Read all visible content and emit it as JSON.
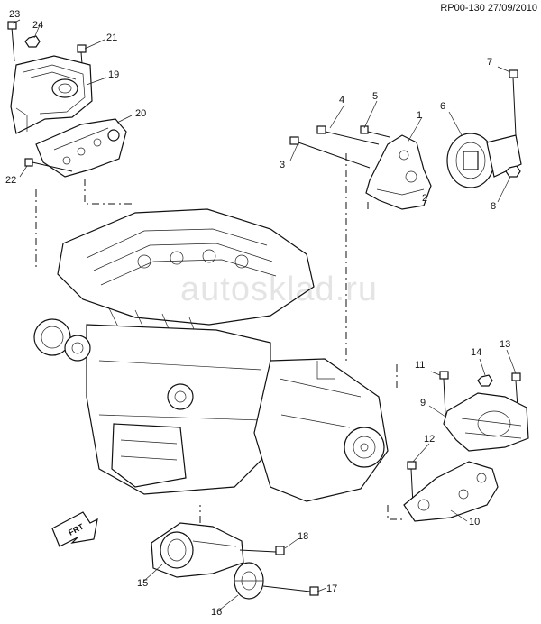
{
  "reference": "RP00-130 27/09/2010",
  "watermark": "autosklad.ru",
  "front_arrow_label": "FRT",
  "callouts": [
    "1",
    "2",
    "3",
    "4",
    "5",
    "6",
    "7",
    "8",
    "9",
    "10",
    "11",
    "12",
    "13",
    "14",
    "15",
    "16",
    "17",
    "18",
    "19",
    "20",
    "21",
    "22",
    "23",
    "24"
  ]
}
